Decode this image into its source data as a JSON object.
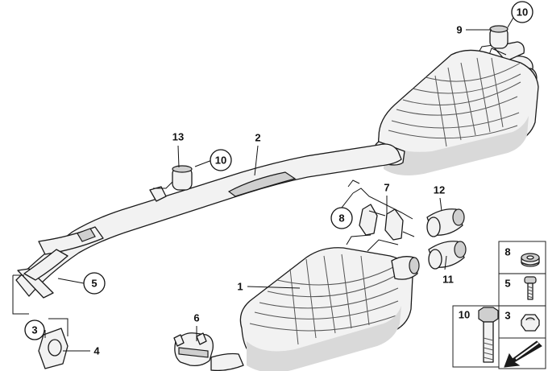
{
  "diagram": {
    "callouts": [
      {
        "id": "c-1",
        "label": "1",
        "circled": false
      },
      {
        "id": "c-2",
        "label": "2",
        "circled": false
      },
      {
        "id": "c-3",
        "label": "3",
        "circled": true
      },
      {
        "id": "c-4",
        "label": "4",
        "circled": false
      },
      {
        "id": "c-5",
        "label": "5",
        "circled": true
      },
      {
        "id": "c-6",
        "label": "6",
        "circled": false
      },
      {
        "id": "c-7",
        "label": "7",
        "circled": false
      },
      {
        "id": "c-8",
        "label": "8",
        "circled": true
      },
      {
        "id": "c-9",
        "label": "9",
        "circled": false
      },
      {
        "id": "c-10a",
        "label": "10",
        "circled": true
      },
      {
        "id": "c-10b",
        "label": "10",
        "circled": true
      },
      {
        "id": "c-11",
        "label": "11",
        "circled": false
      },
      {
        "id": "c-12",
        "label": "12",
        "circled": false
      },
      {
        "id": "c-13",
        "label": "13",
        "circled": false
      }
    ],
    "legend": {
      "items": [
        {
          "label": "8",
          "icon": "rubber-grommet-icon"
        },
        {
          "label": "5",
          "icon": "screw-icon"
        },
        {
          "label": "3",
          "icon": "nut-icon"
        },
        {
          "label": "10",
          "icon": "bolt-icon"
        }
      ],
      "nav_icon": "arrow-down-left-icon"
    }
  }
}
